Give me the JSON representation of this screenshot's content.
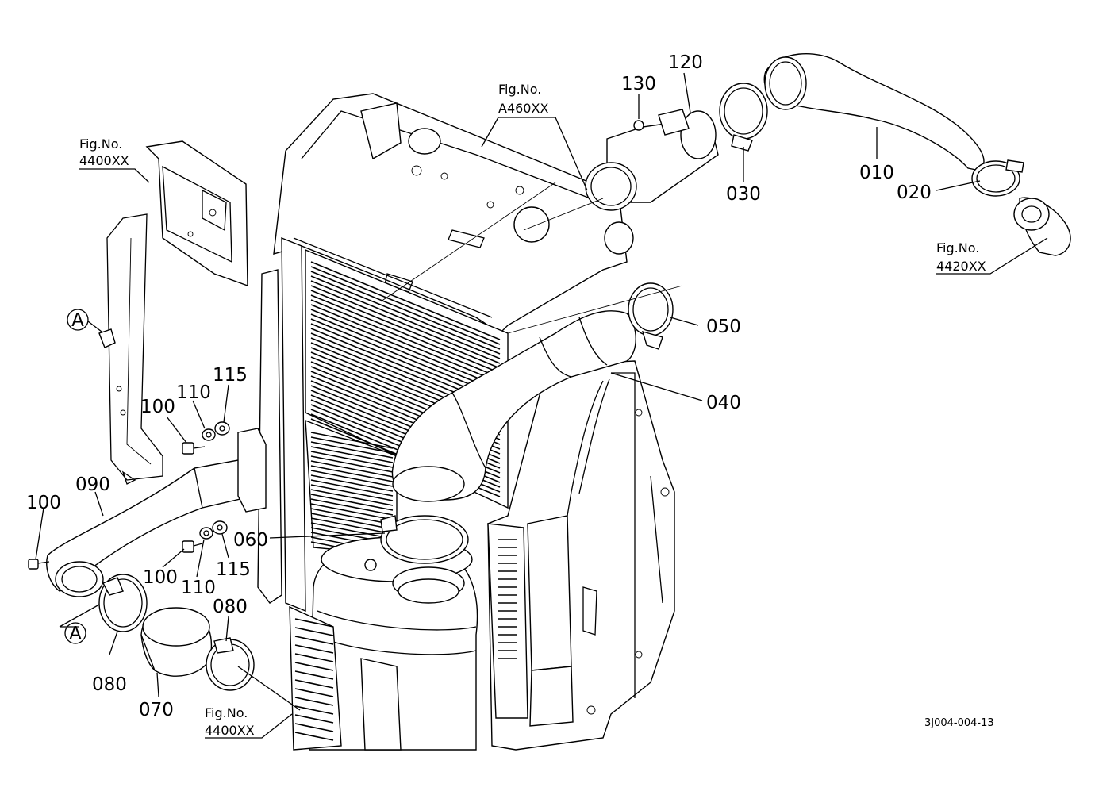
{
  "parts": {
    "p010": "010",
    "p020": "020",
    "p030": "030",
    "p040": "040",
    "p050": "050",
    "p060": "060",
    "p070": "070",
    "p080a": "080",
    "p080b": "080",
    "p090": "090",
    "p100a": "100",
    "p100b": "100",
    "p100c": "100",
    "p110a": "110",
    "p110b": "110",
    "p115a": "115",
    "p115b": "115",
    "p120": "120",
    "p130": "130"
  },
  "figrefs": {
    "a460": {
      "title": "Fig.No.",
      "code": "A460XX"
    },
    "f4400top": {
      "title": "Fig.No.",
      "code": "4400XX"
    },
    "f4420": {
      "title": "Fig.No.",
      "code": "4420XX"
    },
    "f4400bottom": {
      "title": "Fig.No.",
      "code": "4400XX"
    }
  },
  "markers": {
    "a_top": "A",
    "a_bottom": "A"
  },
  "drawing_code": "3J004-004-13"
}
